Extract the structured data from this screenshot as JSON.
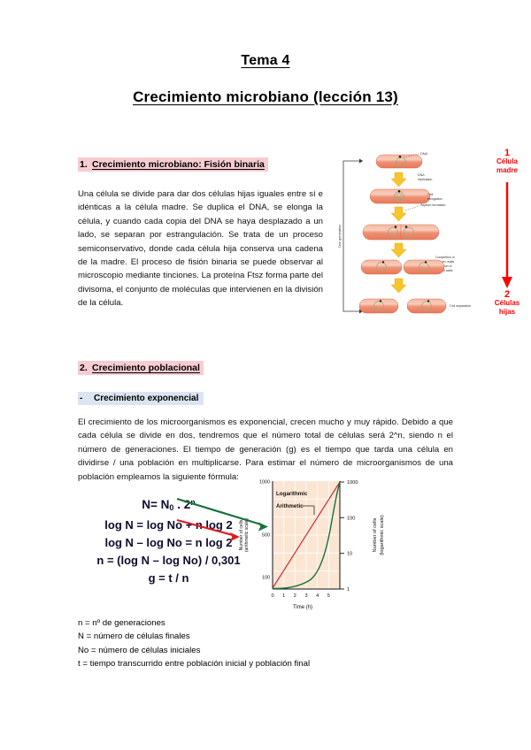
{
  "document": {
    "title": "Tema 4",
    "subtitle": "Crecimiento microbiano (lección 13)"
  },
  "sections": [
    {
      "number": "1.",
      "heading": "Crecimiento microbiano: Fisión binaria",
      "highlight_color": "#f7ccd2",
      "body": "Una célula se divide para dar dos células hijas iguales entre sí e idénticas a la célula madre. Se duplica el DNA, se elonga la célula, y cuando cada copia del DNA se haya desplazado a un lado, se separan por estrangulación. Se trata de un proceso semiconservativo, donde cada célula hija conserva una cadena de la madre. El proceso de fisión binaria se puede observar al microscopio mediante tinciones. La proteína Ftsz forma parte del divisoma, el conjunto de moléculas que intervienen en la división de la célula."
    },
    {
      "number": "2.",
      "heading": "Crecimiento poblacional",
      "highlight_color": "#f7ccd2",
      "subheading": {
        "dash": "-",
        "label": "Crecimiento exponencial",
        "highlight_color": "#dbe5f1"
      },
      "body": "El crecimiento de los microorganismos es exponencial, crecen mucho y muy rápido. Debido a que cada célula se divide en dos, tendremos que el número total de células será 2^n, siendo n el número de generaciones. El tiempo de generación (g) es el tiempo que tarda una célula en dividirse / una población en multiplicarse. Para estimar el número de microorganismos de una población empleamos la siguiente fórmula:"
    }
  ],
  "formulas": {
    "line1_prefix": "N= N",
    "line1_sub": "0",
    "line1_mid": " . 2",
    "line1_sup": "n",
    "line2": "log N = log No + n log 2",
    "line3": "log N – log No = n log 2",
    "line4": "n = (log N – log No) / 0,301",
    "line5": "g = t / n"
  },
  "legend_lines": [
    "n = nº de generaciones",
    "N = número de células finales",
    "No = número de células iniciales",
    "t = tiempo transcurrido entre población inicial y población final"
  ],
  "fission_figure": {
    "axis_label": "One generation",
    "stage_labels": [
      "DNA",
      "DNA replication",
      "Cell elongation",
      "Septum formation",
      "Completion of septum; formation of walls",
      "Cell separation"
    ],
    "annotations": {
      "top_number": "1",
      "top_label_line1": "Célula",
      "top_label_line2": "madre",
      "bottom_number": "2",
      "bottom_label_line1": "Células",
      "bottom_label_line2": "hijas",
      "arrow_color": "#ff0000"
    },
    "colors": {
      "cell_fill": "#f0937a",
      "cell_highlight": "#f8c4b1",
      "dna_ring": "#8fae7d",
      "step_arrow": "#f7c52b"
    }
  },
  "chart_data": {
    "type": "line",
    "title": "",
    "xlabel": "Time (h)",
    "ylabel_left": "Number of cells (arithmetic scale)",
    "ylabel_right": "Number of cells (logarithmic scale)",
    "x": [
      0,
      1,
      2,
      3,
      4,
      5
    ],
    "xticklabels": [
      "0",
      "1",
      "2",
      "3",
      "4",
      "5"
    ],
    "left_ticks": [
      100,
      500,
      1000
    ],
    "left_ticklabels": [
      "100",
      "500",
      "1000"
    ],
    "right_ticks": [
      1,
      10,
      100,
      1000
    ],
    "right_ticklabels": [
      "1",
      "10",
      "100",
      "1000"
    ],
    "grid": true,
    "plot_bg": "#fbe6d4",
    "series": [
      {
        "name": "Logarithmic",
        "color": "#cf2a3a",
        "values_log": [
          1,
          4,
          20,
          95,
          430,
          1000
        ],
        "note": "straight line on log axis"
      },
      {
        "name": "Arithmetic",
        "color": "#17733a",
        "values_arith": [
          1,
          3,
          12,
          50,
          250,
          1000
        ],
        "note": "exponential curve on arithmetic axis"
      }
    ],
    "annotations": [
      {
        "text": "Logarithmic",
        "color": "#111111"
      },
      {
        "text": "Arithmetic",
        "color": "#111111"
      }
    ],
    "pointer_arrows": [
      {
        "color": "#17733a",
        "from": "formula N=N0.2^n",
        "to": "curve"
      },
      {
        "color": "#e01b24",
        "from": "formula log N",
        "to": "line"
      }
    ]
  }
}
